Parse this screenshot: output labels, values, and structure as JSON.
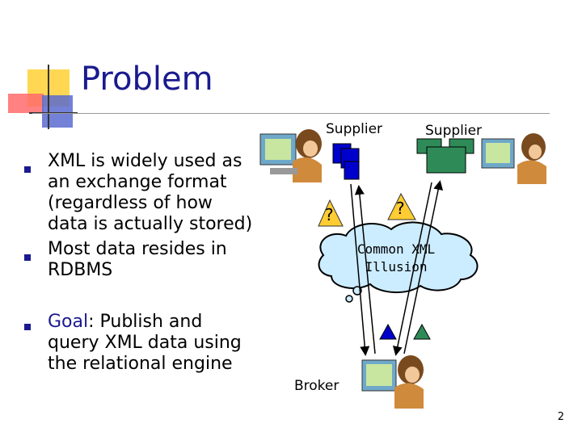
{
  "slide": {
    "title": "Problem",
    "page_number": "2"
  },
  "bullets": [
    {
      "text": "XML is widely used as an exchange format (regardless of how data is actually stored)"
    },
    {
      "text": "Most data resides in RDBMS"
    },
    {
      "label": "Goal",
      "rest": ": Publish and query XML data using the relational engine"
    }
  ],
  "diagram": {
    "supplier_left_label": "Supplier",
    "supplier_right_label": "Supplier",
    "broker_label": "Broker",
    "question_left": "?",
    "question_right": "?",
    "cloud_line1": "Common XML",
    "cloud_line2": "Illusion"
  },
  "colors": {
    "title": "#1a1a8f",
    "blue_shape": "#0000cc",
    "green_shape": "#2e8b57",
    "cloud_fill": "#ccecff",
    "question_fill": "#ffcc33"
  }
}
